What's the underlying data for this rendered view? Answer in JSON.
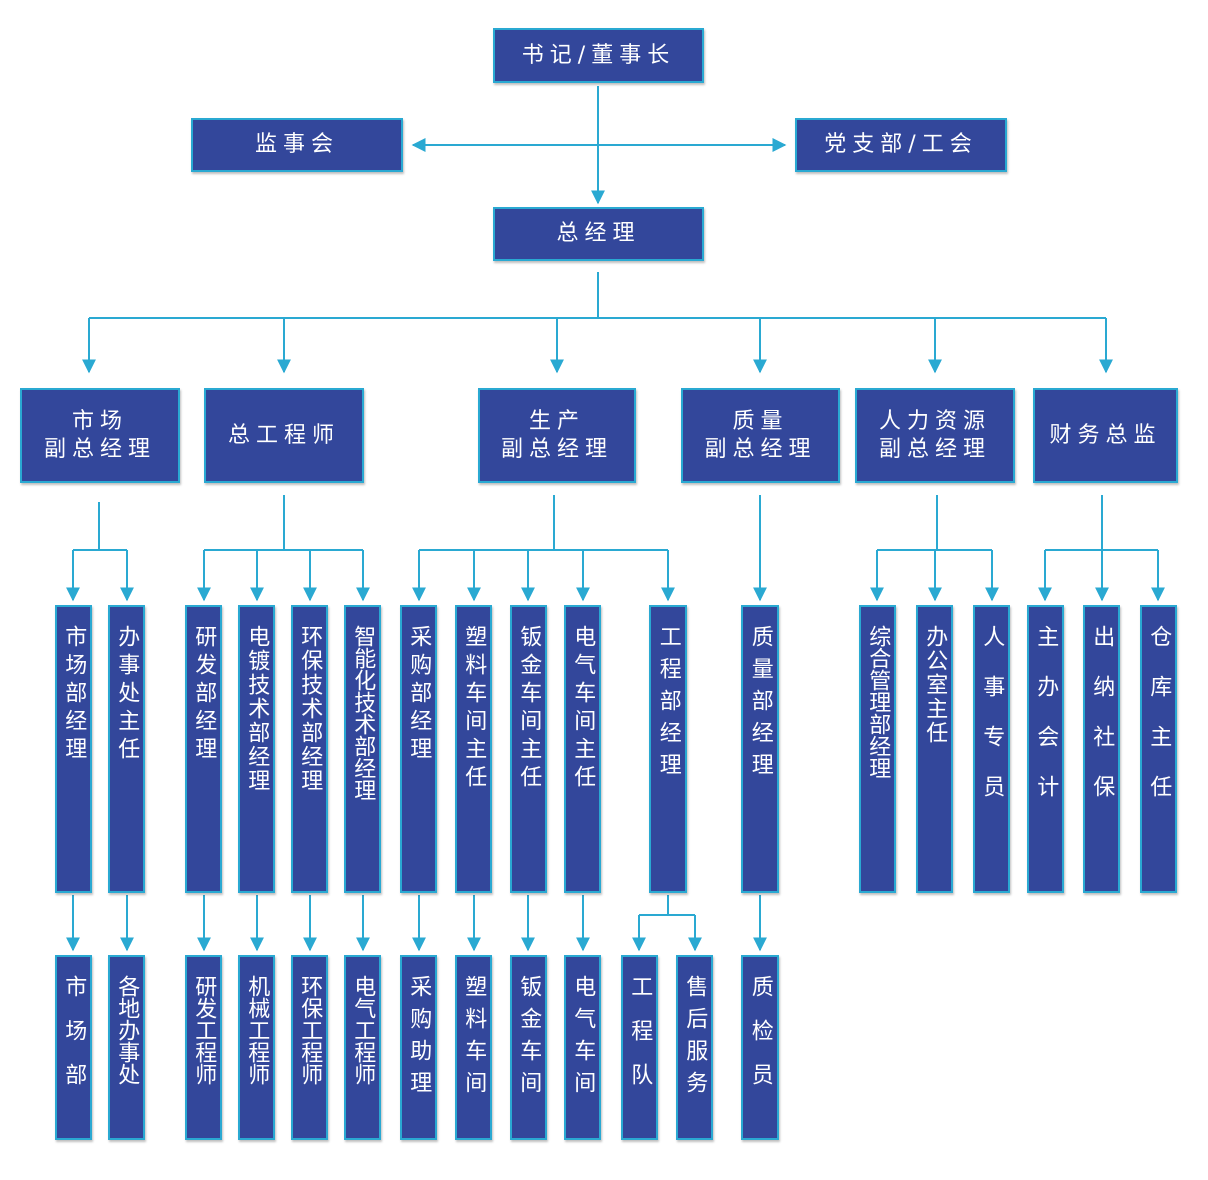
{
  "colors": {
    "box_fill": "#33479b",
    "box_border": "#2aa9d2",
    "connector": "#2aa9d2",
    "text": "#ffffff"
  },
  "top": {
    "chairman": "书记/董事长",
    "supervisory_board": "监事会",
    "party_union": "党支部/工会",
    "general_manager": "总经理"
  },
  "level2": {
    "market_vp": "市场\n副总经理",
    "chief_engineer": "总工程师",
    "production_vp": "生产\n副总经理",
    "quality_vp": "质量\n副总经理",
    "hr_vp": "人力资源\n副总经理",
    "finance_director": "财务总监"
  },
  "level3": {
    "market_dept_manager": "市场部经理",
    "office_director": "办事处主任",
    "rd_manager": "研发部经理",
    "plating_tech_manager": "电镀技术部经理",
    "env_tech_manager": "环保技术部经理",
    "smart_tech_manager": "智能化技术部经理",
    "purchasing_manager": "采购部经理",
    "plastic_workshop_director": "塑料车间主任",
    "sheetmetal_workshop_director": "钣金车间主任",
    "electrical_workshop_director": "电气车间主任",
    "engineering_manager": "工程部经理",
    "quality_manager": "质量部经理",
    "admin_manager": "综合管理部经理",
    "office_admin_director": "办公室主任",
    "hr_specialist": "人事专员",
    "chief_accountant": "主办会计",
    "cashier_social": "出纳社保",
    "warehouse_director": "仓库主任"
  },
  "level4": {
    "market_dept": "市场部",
    "local_offices": "各地办事处",
    "rd_engineer": "研发工程师",
    "mechanical_engineer": "机械工程师",
    "env_engineer": "环保工程师",
    "electrical_engineer": "电气工程师",
    "purchasing_assistant": "采购助理",
    "plastic_workshop": "塑料车间",
    "sheetmetal_workshop": "钣金车间",
    "electrical_workshop": "电气车间",
    "engineering_team": "工程队",
    "after_sales": "售后服务",
    "quality_inspector": "质检员"
  }
}
